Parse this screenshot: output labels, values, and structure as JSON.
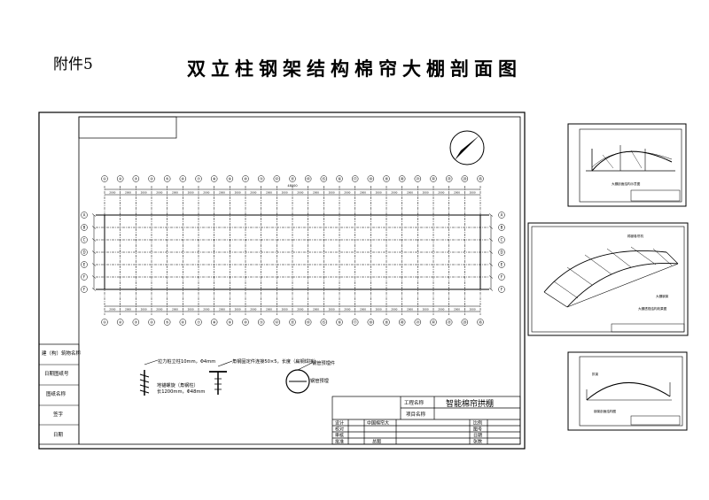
{
  "page": {
    "attachment_label": "附件5",
    "title": "双立柱钢架结构棉帘大棚剖面图"
  },
  "plan": {
    "column_labels": [
      "①",
      "②",
      "③",
      "④",
      "⑤",
      "⑥",
      "⑦",
      "⑧",
      "⑨",
      "⑩",
      "⑪",
      "⑫",
      "⑬",
      "⑭",
      "⑮",
      "⑯",
      "⑰",
      "⑱",
      "⑲",
      "⑳",
      "㉑",
      "㉒",
      "㉓",
      "㉔",
      "㉕"
    ],
    "row_labels": [
      "A",
      "B",
      "C",
      "D",
      "E",
      "F"
    ],
    "dimension_label": "2000",
    "total_dimension_label": "48000"
  },
  "details": {
    "detail1_label": "拉力桩立柱10mm，Φ4mm",
    "detail1_sub": "地锚螺旋（角钢柱）",
    "detail1_sub2": "长1200mm，Φ48mm",
    "detail2_label": "角钢固定件连接50×5，长度（扁钢焊接）",
    "detail3_label": "钢管预埋件",
    "detail3_sub": "钢管预埋"
  },
  "side_labels": [
    "建（构）筑物名称",
    "日期图纸号",
    "图纸名称",
    "签字",
    "日期"
  ],
  "title_block": {
    "project_name_label": "工程名称",
    "project_name": "智能棉帘拱棚",
    "item_label": "项目名称",
    "rows_left": [
      "设计",
      "校对",
      "审核",
      "批准"
    ],
    "rows_right": [
      "比例",
      "图号",
      "日期",
      "张数"
    ],
    "designer": "中国棉帘大",
    "drawing_no": "总图"
  },
  "thumbnails": {
    "thumb1_caption": "大棚剖面结构示意图",
    "thumb2_caption": "大棚透视结构效果图",
    "thumb2_label1": "棉被卷帘机",
    "thumb2_label2": "大棚钢架",
    "thumb3_caption": "钢架剖面结构图",
    "thumb3_label": "拱架"
  }
}
